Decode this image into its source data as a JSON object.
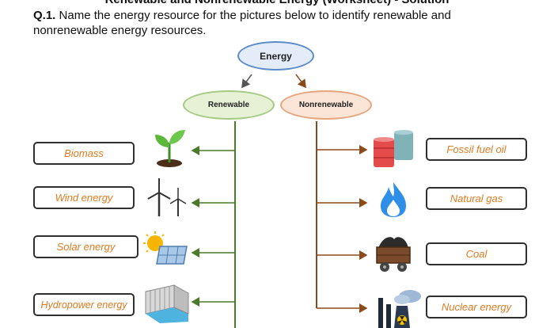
{
  "worksheet": {
    "title": "Renewable and Nonrenewable Energy (Worksheet) - Solution",
    "question_number": "Q.1.",
    "question_text": "Name the energy resource for the pictures below to identify renewable and nonrenewable energy resources."
  },
  "diagram": {
    "root": "Energy",
    "left_category": "Renewable",
    "right_category": "Nonrenewable",
    "renewable_answers": [
      "Biomass",
      "Wind energy",
      "Solar energy",
      "Hydropower energy"
    ],
    "nonrenewable_answers": [
      "Fossil fuel oil",
      "Natural gas",
      "Coal",
      "Nuclear energy"
    ],
    "icons": {
      "renewable": [
        "plant-sprout-icon",
        "wind-turbine-icon",
        "solar-panel-icon",
        "hydro-dam-icon"
      ],
      "nonrenewable": [
        "oil-barrels-icon",
        "gas-flame-icon",
        "coal-cart-icon",
        "nuclear-plant-icon"
      ]
    },
    "colors": {
      "answer_text": "#e07a20",
      "renewable_line": "#4a7a2a",
      "nonrenewable_line": "#8a4a1a",
      "energy_border": "#5b8bc9",
      "renewable_fill": "#e6f1d6",
      "nonrenewable_fill": "#fbe5d6"
    }
  }
}
